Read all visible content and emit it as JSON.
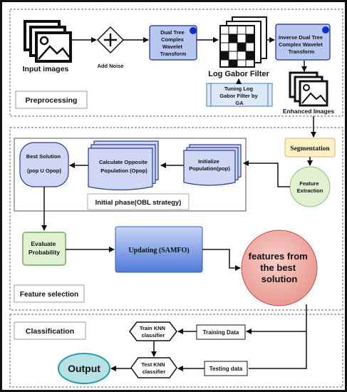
{
  "sections": {
    "preprocessing": "Preprocessing",
    "feature_selection": "Feature selection",
    "classification": "Classification",
    "initial_phase": "Initial phase(OBL strategy)"
  },
  "nodes": {
    "input_images": "Input images",
    "add_noise": "Add Noise",
    "dtcwt": [
      "Dual Tree",
      "Complex",
      "Wavelet",
      "Transform"
    ],
    "log_gabor": "Log Gabor Filter",
    "tuning": [
      "Tuning Log",
      "Gabor Filter by",
      "GA"
    ],
    "idtcwt": [
      "Inverse Dual Tree",
      "Complex Wavelet",
      "Transform"
    ],
    "enhanced": "Enhanced Images",
    "segmentation": "Segmentation",
    "feature_extraction": [
      "Feature",
      "Extraction"
    ],
    "initialize": [
      "Initialize",
      "Population(pop)"
    ],
    "opposite": [
      "Calculate Opposite",
      "Population (Opop)"
    ],
    "best_solution": [
      "Best Solution",
      "(pop U Opop)"
    ],
    "evaluate": [
      "Evaluate",
      "Probability"
    ],
    "updating": "Updating (SAMFO)",
    "features_best": [
      "features from",
      "the best",
      "solution"
    ],
    "training_data": "Training Data",
    "testing_data": "Testing data",
    "train_knn": [
      "Train KNN",
      "classifier"
    ],
    "test_knn": [
      "Test KNN",
      "classifier"
    ],
    "output": "Output"
  },
  "colors": {
    "blue_box": "#b8c8f0",
    "blue_dot": "#1030c8",
    "tuning_box": "#dde8f8",
    "segmentation": "#fff0c8",
    "green": "#e0f0d0",
    "green_stroke": "#8bc07a",
    "salmon": "#f2b6b0",
    "teal": "#b6e2e6",
    "teal_stroke": "#2a9aa8",
    "stack": "#cfd7f5"
  }
}
